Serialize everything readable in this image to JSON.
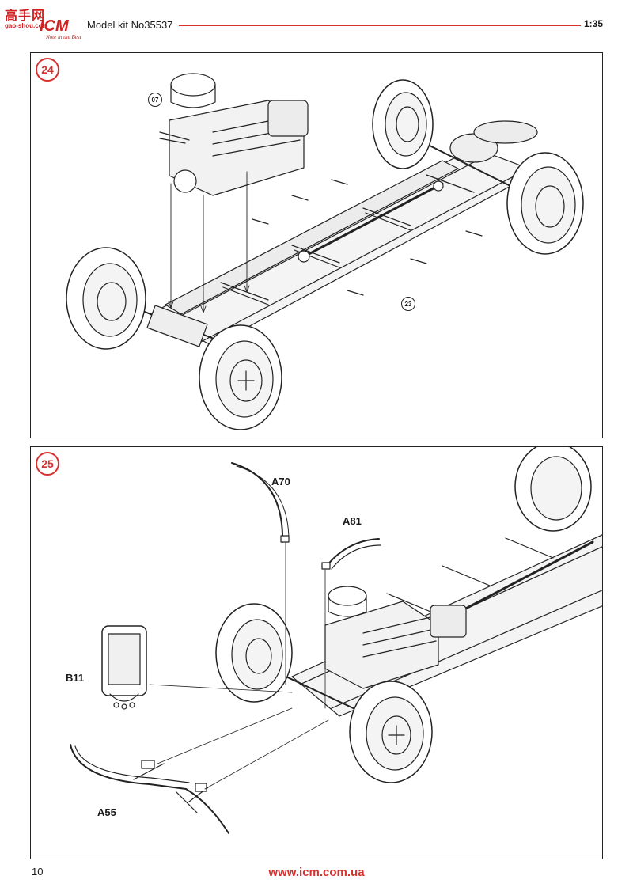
{
  "header": {
    "logo_cn": "高手网",
    "logo_site": "gao-shou.com",
    "logo_brand": "ICM",
    "logo_tagline": "Note in the Best",
    "title": "Model kit No35537",
    "scale": "1:35",
    "accent_color": "#d63030"
  },
  "step24": {
    "number": "24",
    "refs": {
      "engine": "07",
      "chassis": "23"
    }
  },
  "step25": {
    "number": "25",
    "parts": {
      "fender_left": "A70",
      "fender_right": "A81",
      "radiator": "B11",
      "bumper": "A55"
    }
  },
  "footer": {
    "page_number": "10",
    "url": "www.icm.com.ua"
  }
}
